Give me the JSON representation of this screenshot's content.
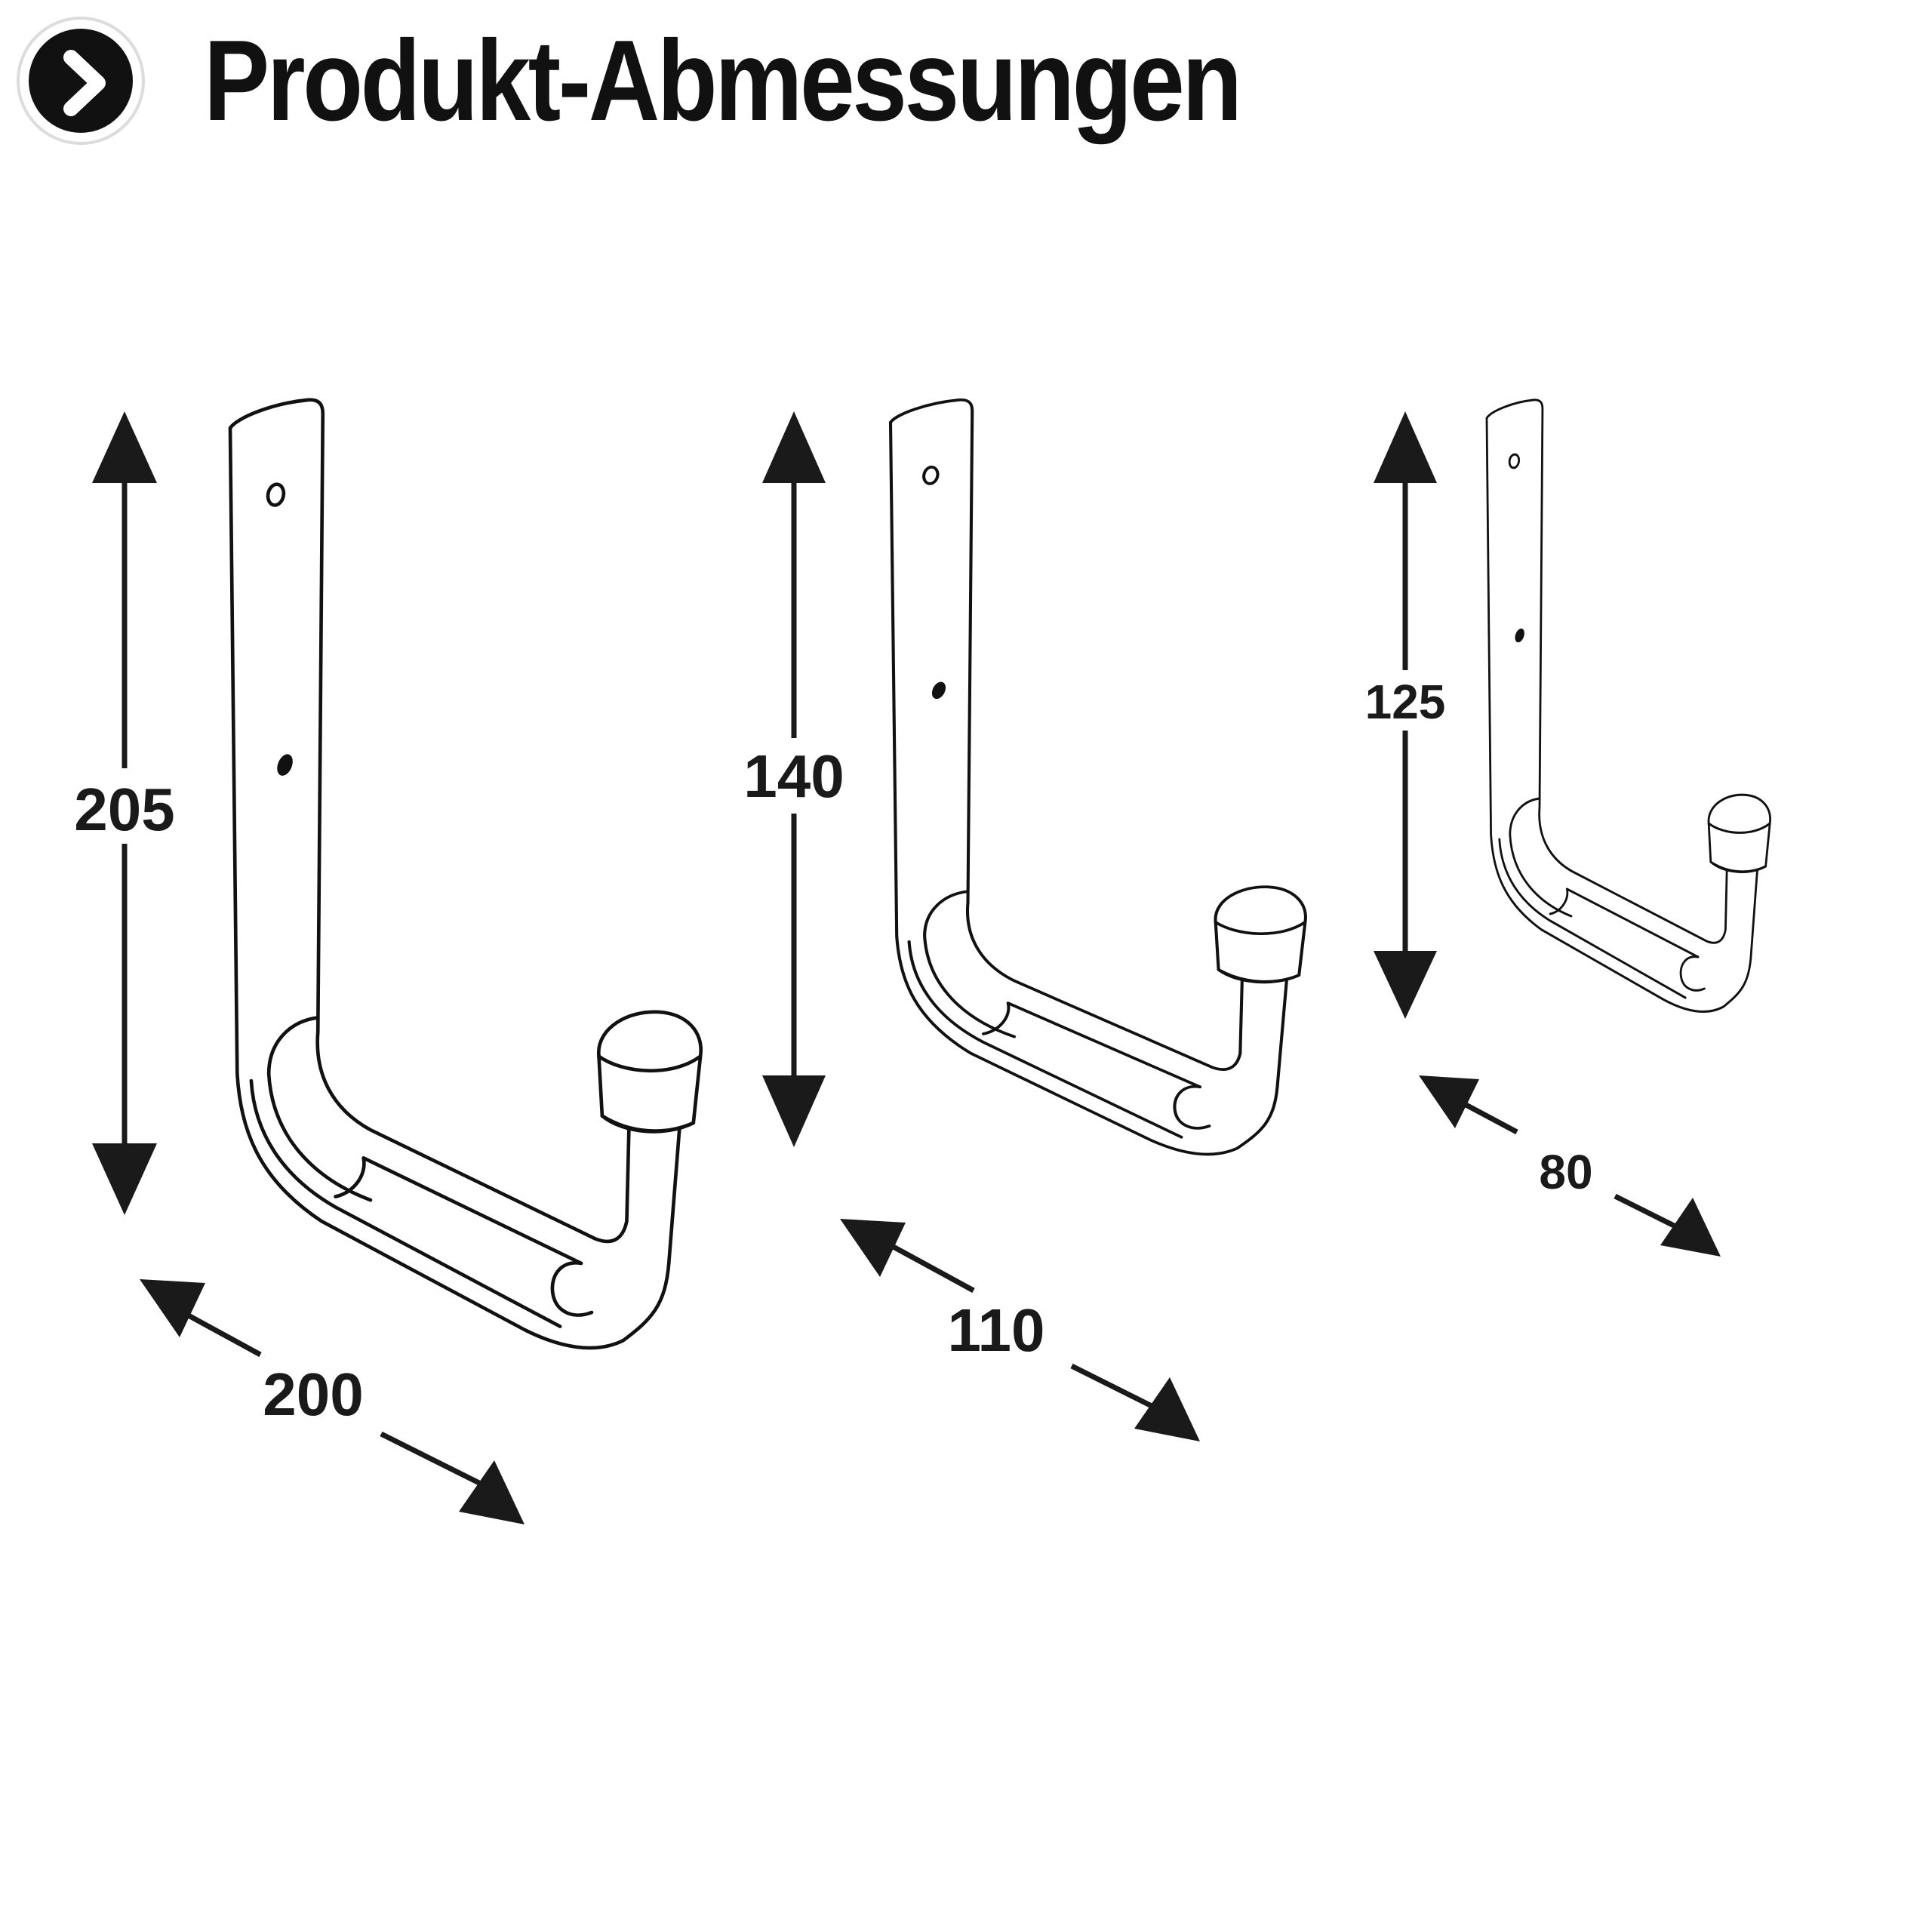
{
  "header": {
    "title": "Produkt-Abmessungen",
    "icon": "chevron-right-icon"
  },
  "hooks": [
    {
      "height_label": "205",
      "width_label": "200"
    },
    {
      "height_label": "140",
      "width_label": "110"
    },
    {
      "height_label": "125",
      "width_label": "80"
    }
  ],
  "colors": {
    "line": "#111111",
    "background": "#ffffff"
  }
}
